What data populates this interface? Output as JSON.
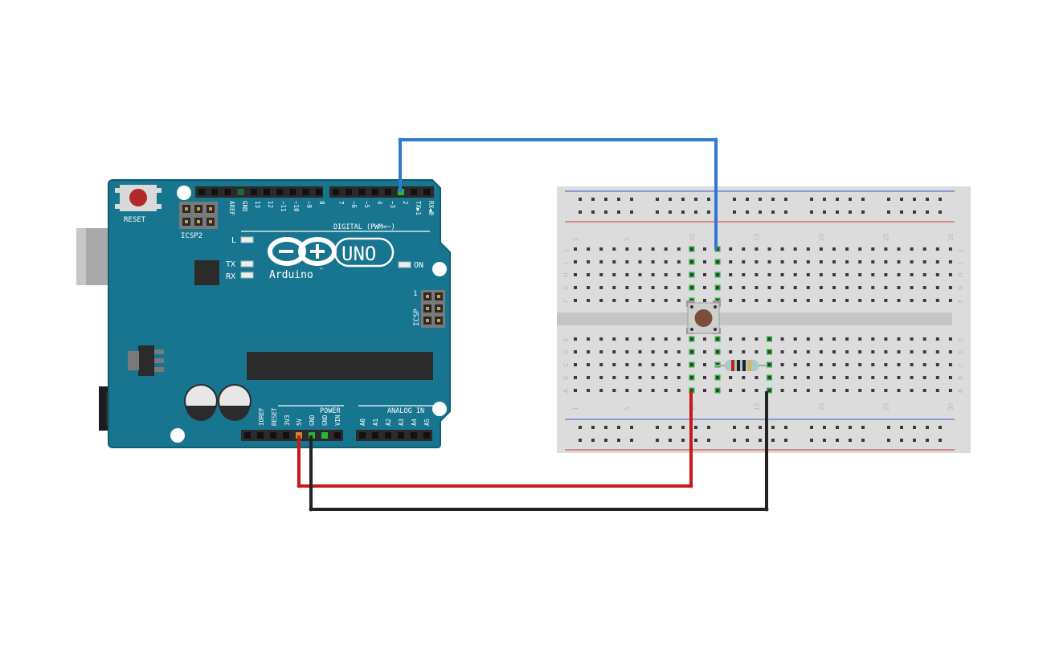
{
  "arduino": {
    "reset_label": "RESET",
    "icsp2_label": "ICSP2",
    "icsp_label": "ICSP",
    "icsp_pin1": "1",
    "led_l": "L",
    "led_tx": "TX",
    "led_rx": "RX",
    "led_on": "ON",
    "brand": "Arduino",
    "trademark": "™",
    "model": "UNO",
    "digital_header": "DIGITAL (PWM=~)",
    "power_header": "POWER",
    "analog_header": "ANALOG IN",
    "digital_pins": [
      "AREF",
      "GND",
      "13",
      "12",
      "~11",
      "~10",
      "~9",
      "8",
      "7",
      "~6",
      "~5",
      "4",
      "~3",
      "2",
      "TX▶1",
      "RX◀0"
    ],
    "power_pins": [
      "IOREF",
      "RESET",
      "3V3",
      "5V",
      "GND",
      "GND",
      "VIN"
    ],
    "analog_pins": [
      "A0",
      "A1",
      "A2",
      "A3",
      "A4",
      "A5"
    ]
  },
  "breadboard": {
    "column_numbers": [
      "1",
      "5",
      "10",
      "15",
      "20",
      "25",
      "30"
    ],
    "top_rows": [
      "J",
      "I",
      "H",
      "G",
      "F"
    ],
    "bottom_rows": [
      "E",
      "D",
      "C",
      "B",
      "A"
    ]
  },
  "wires": [
    {
      "name": "signal-wire",
      "color": "#2f79d4"
    },
    {
      "name": "power-wire",
      "color": "#c81818"
    },
    {
      "name": "ground-wire",
      "color": "#222222"
    }
  ],
  "resistor_bands": [
    "#c91c1c",
    "#222222",
    "#222222",
    "#d8b24a"
  ],
  "colors": {
    "board": "#17758f",
    "board_edge": "#0f5e74",
    "breadboard": "#dddddd",
    "hole": "#3a3a3a",
    "active_hole": "#27b53a"
  }
}
